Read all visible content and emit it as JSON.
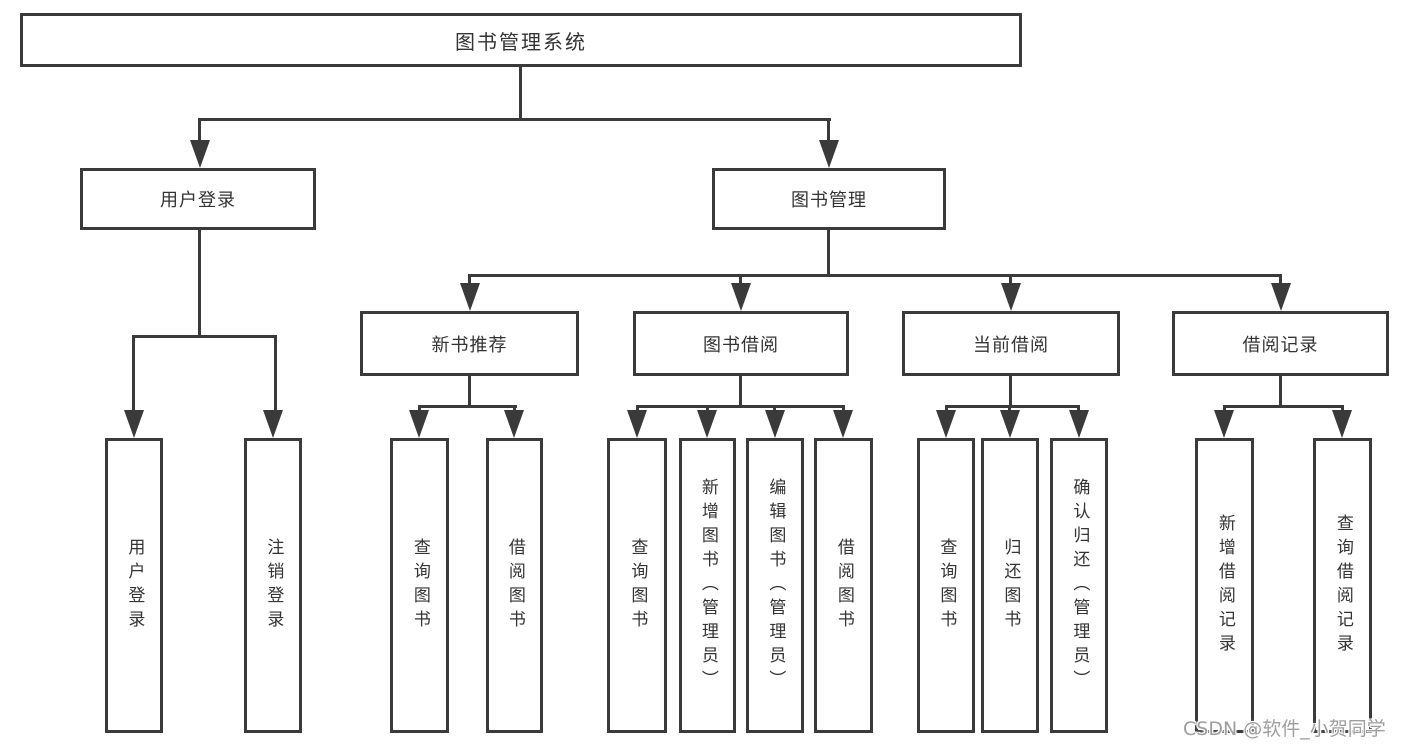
{
  "diagram_title": "图书管理系统",
  "tree": {
    "label": "图书管理系统",
    "children": [
      {
        "label": "用户登录",
        "children": [
          {
            "label": "用户登录"
          },
          {
            "label": "注销登录"
          }
        ]
      },
      {
        "label": "图书管理",
        "children": [
          {
            "label": "新书推荐",
            "children": [
              {
                "label": "查询图书"
              },
              {
                "label": "借阅图书"
              }
            ]
          },
          {
            "label": "图书借阅",
            "children": [
              {
                "label": "查询图书"
              },
              {
                "label": "新增图书（管理员）"
              },
              {
                "label": "编辑图书（管理员）"
              },
              {
                "label": "借阅图书"
              }
            ]
          },
          {
            "label": "当前借阅",
            "children": [
              {
                "label": "查询图书"
              },
              {
                "label": "归还图书"
              },
              {
                "label": "确认归还（管理员）"
              }
            ]
          },
          {
            "label": "借阅记录",
            "children": [
              {
                "label": "新增借阅记录"
              },
              {
                "label": "查询借阅记录"
              }
            ]
          }
        ]
      }
    ]
  },
  "watermark": "CSDN @软件_小贺同学",
  "colors": {
    "line": "#3a3a3a",
    "text": "#333333",
    "background": "#ffffff",
    "watermark": "#9e9e9e"
  }
}
